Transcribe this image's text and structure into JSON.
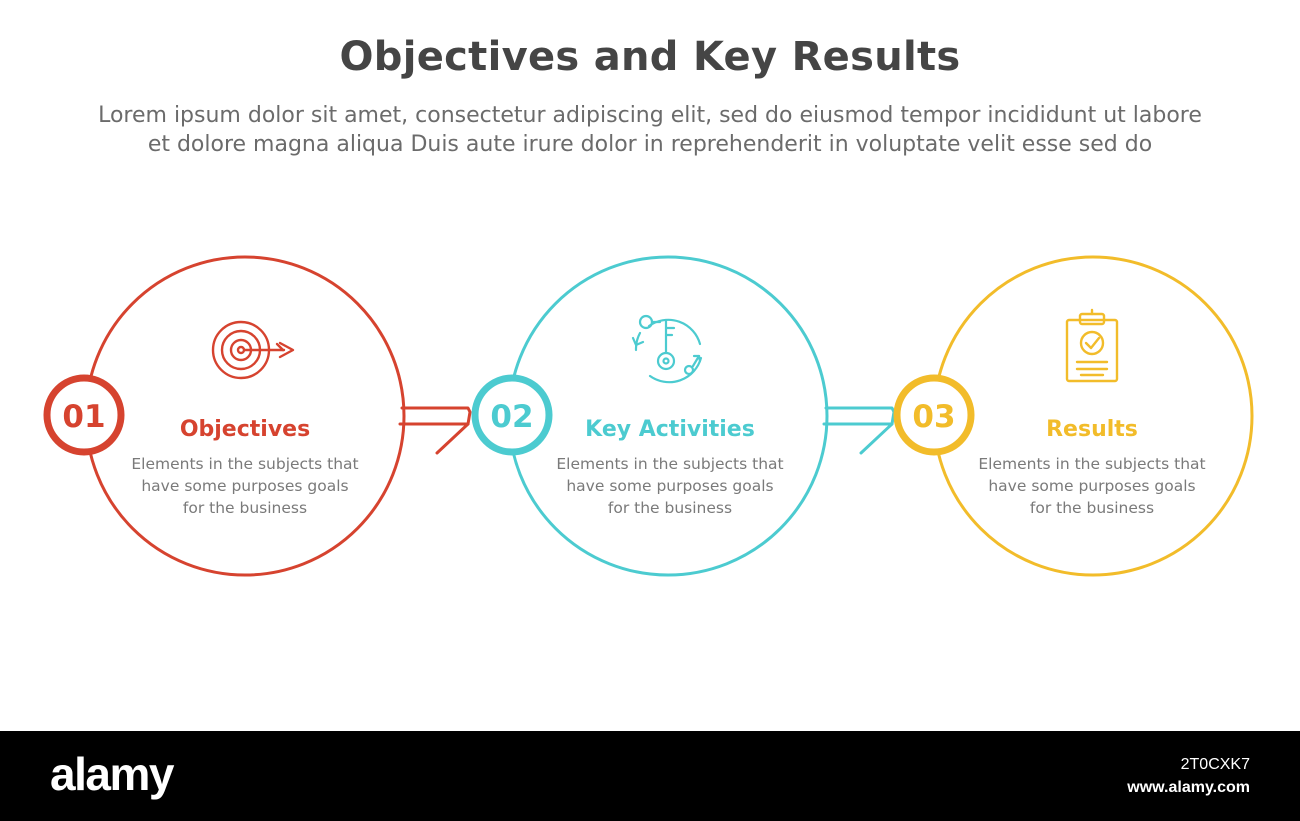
{
  "header": {
    "title": "Objectives and Key Results",
    "subtitle_line1": "Lorem ipsum dolor sit amet, consectetur adipiscing elit, sed do eiusmod tempor incididunt ut labore",
    "subtitle_line2": "et dolore magna aliqua Duis aute irure dolor in reprehenderit in voluptate velit esse sed do"
  },
  "colors": {
    "step1": "#D6432F",
    "step2": "#4CCBD0",
    "step3": "#F2BC2A",
    "body_text": "#7a7a7a",
    "title_text": "#454545"
  },
  "steps": [
    {
      "number": "01",
      "title": "Objectives",
      "desc_line1": "Elements in the subjects that",
      "desc_line2": "have  some purposes goals",
      "desc_line3": "for the  business",
      "icon": "target-icon"
    },
    {
      "number": "02",
      "title": "Key Activities",
      "desc_line1": "Elements in the subjects that",
      "desc_line2": "have  some purposes goals",
      "desc_line3": "for the  business",
      "icon": "key-cycle-icon"
    },
    {
      "number": "03",
      "title": "Results",
      "desc_line1": "Elements in the subjects that",
      "desc_line2": "have  some purposes goals",
      "desc_line3": "for the  business",
      "icon": "clipboard-check-icon"
    }
  ],
  "watermark": {
    "brand": "alamy",
    "image_id": "2T0CXK7",
    "url": "www.alamy.com"
  }
}
